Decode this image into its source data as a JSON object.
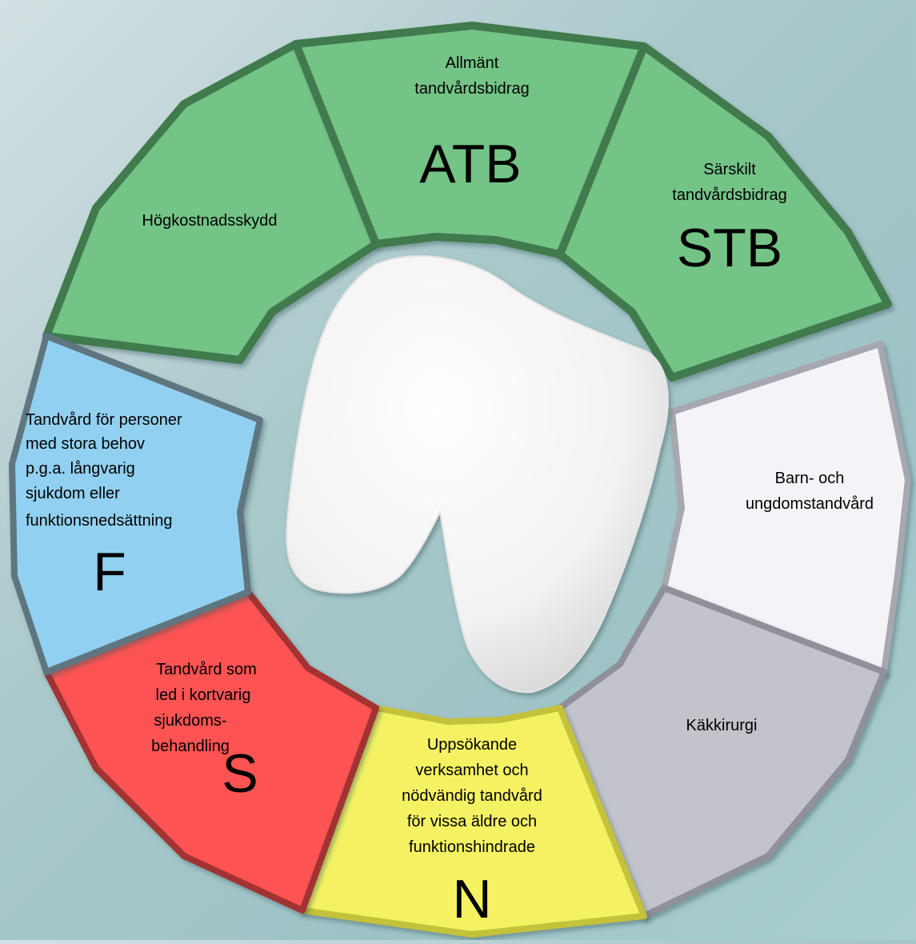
{
  "segments": [
    {
      "key": "hogkostnad",
      "lines": [
        "Högkostnadsskydd"
      ],
      "code": "",
      "color": "#73c486"
    },
    {
      "key": "atb",
      "lines": [
        "Allmänt",
        "tandvårdsbidrag"
      ],
      "code": "ATB",
      "color": "#73c486"
    },
    {
      "key": "stb",
      "lines": [
        "Särskilt",
        "tandvårdsbidrag"
      ],
      "code": "STB",
      "color": "#73c486"
    },
    {
      "key": "barn",
      "lines": [
        "Barn- och",
        "ungdomstandvård"
      ],
      "code": "",
      "color": "#f4f4f8"
    },
    {
      "key": "kakkirurgi",
      "lines": [
        "Käkkirurgi"
      ],
      "code": "",
      "color": "#c2c3cb"
    },
    {
      "key": "n",
      "lines": [
        "Uppsökande",
        "verksamhet och",
        "nödvändig tandvård",
        "för vissa äldre och",
        "funktionshindrade"
      ],
      "code": "N",
      "color": "#f4f263"
    },
    {
      "key": "s",
      "lines": [
        "Tandvård som",
        "led i kortvarig",
        "sjukdoms-",
        "behandling"
      ],
      "code": "S",
      "color": "#fd5353"
    },
    {
      "key": "f",
      "lines": [
        "Tandvård för personer",
        "med stora behov",
        "p.g.a. långvarig",
        "sjukdom eller",
        "funktionsnedsättning"
      ],
      "code": "F",
      "color": "#91d0f0"
    }
  ],
  "center": {
    "icon": "tooth-icon",
    "color": "#ffffff"
  }
}
